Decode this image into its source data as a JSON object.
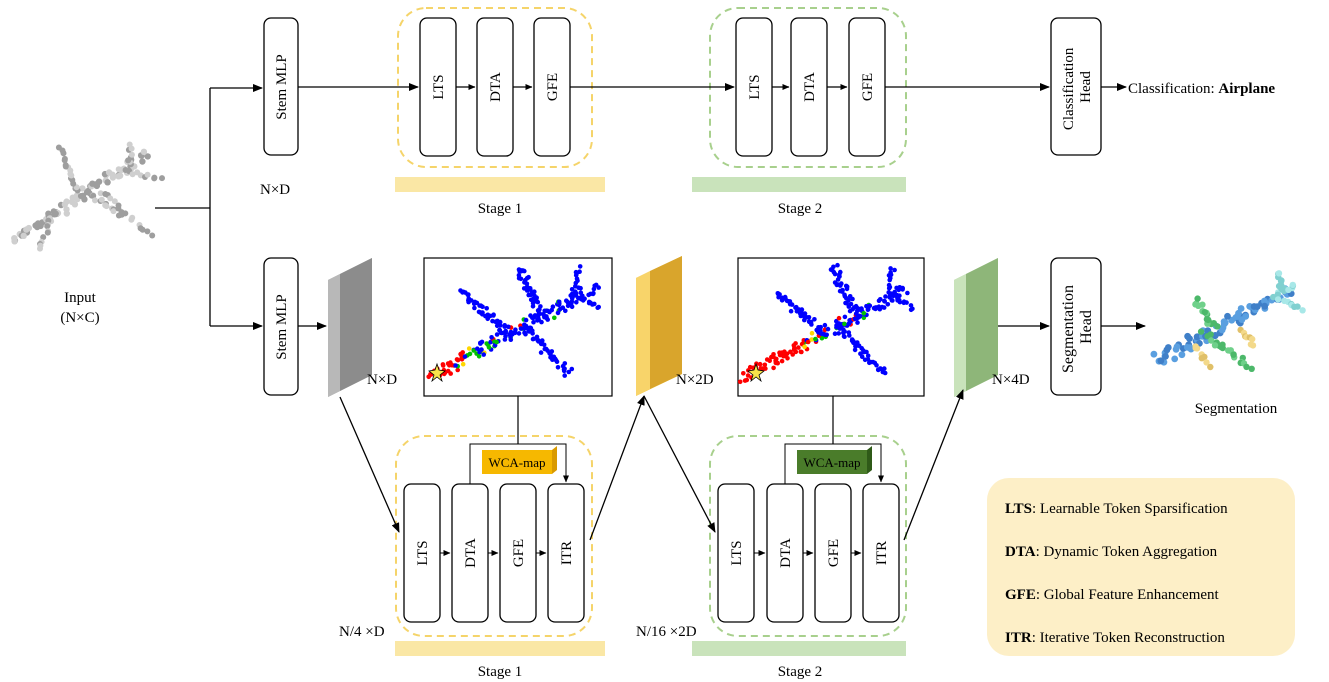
{
  "input": {
    "label": "Input",
    "shape": "(N×C)"
  },
  "blocks": {
    "stem_mlp": "Stem MLP",
    "lts": "LTS",
    "dta": "DTA",
    "gfe": "GFE",
    "itr": "ITR",
    "classification_head": "Classification Head",
    "segmentation_head": "Segmentation Head"
  },
  "top_branch": {
    "dim_label": "N×D",
    "stage1_label": "Stage 1",
    "stage2_label": "Stage 2",
    "output_prefix": "Classification: ",
    "output_class": "Airplane"
  },
  "bottom_branch": {
    "feat1_dim": "N×D",
    "feat2_dim": "N×2D",
    "feat3_dim": "N×4D",
    "down1_dim": "N/4 ×D",
    "down2_dim": "N/16 ×2D",
    "wca_label": "WCA-map",
    "stage1_label": "Stage 1",
    "stage2_label": "Stage 2",
    "output_label": "Segmentation"
  },
  "legend": [
    {
      "abbr": "LTS",
      "desc": ": Learnable Token Sparsification"
    },
    {
      "abbr": "DTA",
      "desc": ": Dynamic Token Aggregation"
    },
    {
      "abbr": "GFE",
      "desc": ": Global Feature Enhancement"
    },
    {
      "abbr": "ITR",
      "desc": ": Iterative Token Reconstruction"
    }
  ],
  "colors": {
    "stage1": "#f5d46a",
    "stage1_bar": "#fae7a5",
    "stage2": "#a8d08d",
    "stage2_bar": "#c9e3bb",
    "feat_gray": "#a6a6a6",
    "feat_yellow": "#f5c842",
    "feat_green": "#b5d6a0",
    "wca1": "#f6b800",
    "wca2": "#4a7c2a",
    "legend_bg": "#fdefc7",
    "blue_points": "#0000ff",
    "red_points": "#ff0000"
  }
}
